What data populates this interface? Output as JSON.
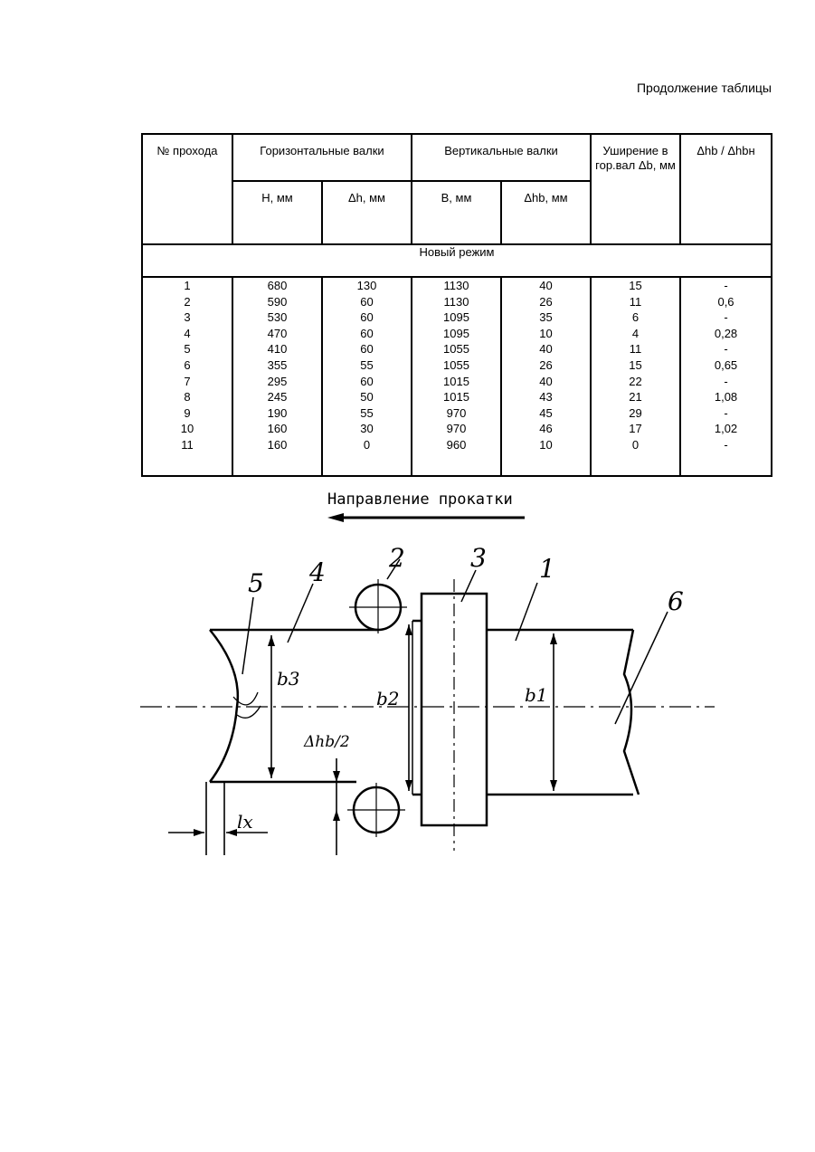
{
  "header": {
    "continuation_label": "Продолжение таблицы"
  },
  "table": {
    "headers": {
      "pass_no": "№ проходa",
      "horizontal_rolls": "Горизонтальные валки",
      "vertical_rolls": "Вертикальные валки",
      "widening": "Уширение в гор.вал Δb, мм",
      "ratio": "Δhb / Δhbн",
      "H": "H, мм",
      "dh": "Δh, мм",
      "B": "B, мм",
      "dhb": "Δhb, мм"
    },
    "mode_label": "Новый режим",
    "rows": [
      {
        "n": "1",
        "H": "680",
        "dh": "130",
        "B": "1130",
        "dhb": "40",
        "db": "15",
        "ratio": "-"
      },
      {
        "n": "2",
        "H": "590",
        "dh": "60",
        "B": "1130",
        "dhb": "26",
        "db": "11",
        "ratio": "0,6"
      },
      {
        "n": "3",
        "H": "530",
        "dh": "60",
        "B": "1095",
        "dhb": "35",
        "db": "6",
        "ratio": "-"
      },
      {
        "n": "4",
        "H": "470",
        "dh": "60",
        "B": "1095",
        "dhb": "10",
        "db": "4",
        "ratio": "0,28"
      },
      {
        "n": "5",
        "H": "410",
        "dh": "60",
        "B": "1055",
        "dhb": "40",
        "db": "11",
        "ratio": "-"
      },
      {
        "n": "6",
        "H": "355",
        "dh": "55",
        "B": "1055",
        "dhb": "26",
        "db": "15",
        "ratio": "0,65"
      },
      {
        "n": "7",
        "H": "295",
        "dh": "60",
        "B": "1015",
        "dhb": "40",
        "db": "22",
        "ratio": "-"
      },
      {
        "n": "8",
        "H": "245",
        "dh": "50",
        "B": "1015",
        "dhb": "43",
        "db": "21",
        "ratio": "1,08"
      },
      {
        "n": "9",
        "H": "190",
        "dh": "55",
        "B": "970",
        "dhb": "45",
        "db": "29",
        "ratio": "-"
      },
      {
        "n": "10",
        "H": "160",
        "dh": "30",
        "B": "970",
        "dhb": "46",
        "db": "17",
        "ratio": "1,02"
      },
      {
        "n": "11",
        "H": "160",
        "dh": "0",
        "B": "960",
        "dhb": "10",
        "db": "0",
        "ratio": "-"
      }
    ]
  },
  "diagram": {
    "direction_label": "Направление прокатки",
    "callouts": [
      "1",
      "2",
      "3",
      "4",
      "5",
      "6"
    ],
    "dim_labels": {
      "b1": "b1",
      "b2": "b2",
      "b3": "b3",
      "dhb_half": "Δhb/2",
      "lx": "lx"
    }
  }
}
